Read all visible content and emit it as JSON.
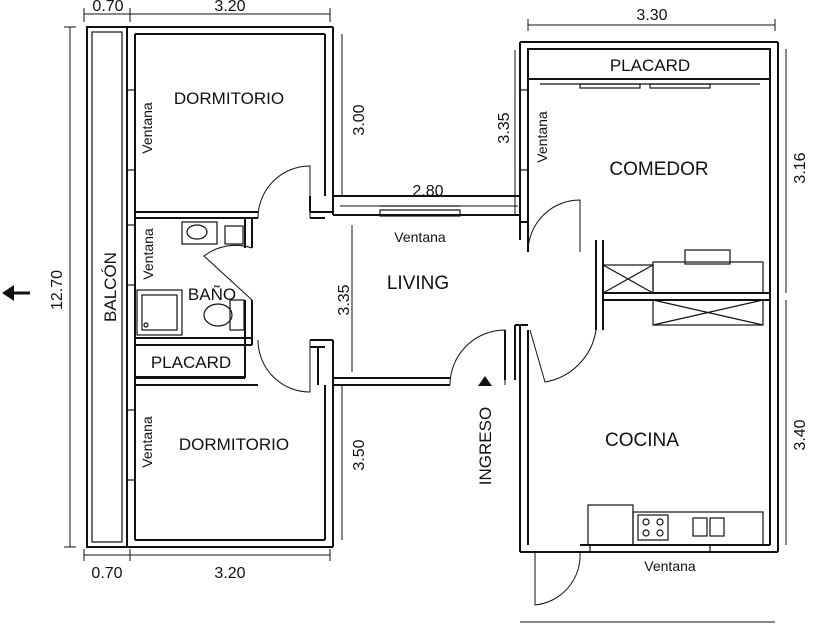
{
  "rooms": {
    "dormitorio_top": "DORMITORIO",
    "dormitorio_bottom": "DORMITORIO",
    "bano": "BAÑO",
    "placard_left": "PLACARD",
    "placard_right": "PLACARD",
    "living": "LIVING",
    "comedor": "COMEDOR",
    "cocina": "COCINA",
    "balcon": "BALCÓN"
  },
  "windows": {
    "dorm_top": "Ventana",
    "bano": "Ventana",
    "dorm_bottom": "Ventana",
    "living": "Ventana",
    "comedor": "Ventana",
    "cocina": "Ventana"
  },
  "entrance": "INGRESO",
  "dimensions": {
    "top_balcony": "0.70",
    "top_dorm_width": "3.20",
    "top_right_width": "3.30",
    "bottom_balcony": "0.70",
    "bottom_dorm_width": "3.20",
    "total_height": "12.70",
    "dorm_top_height": "3.00",
    "living_height": "3.35",
    "dorm_bottom_height": "3.50",
    "comedor_left_height": "3.35",
    "comedor_right_height": "3.16",
    "cocina_height": "3.40",
    "living_width": "2.80"
  }
}
